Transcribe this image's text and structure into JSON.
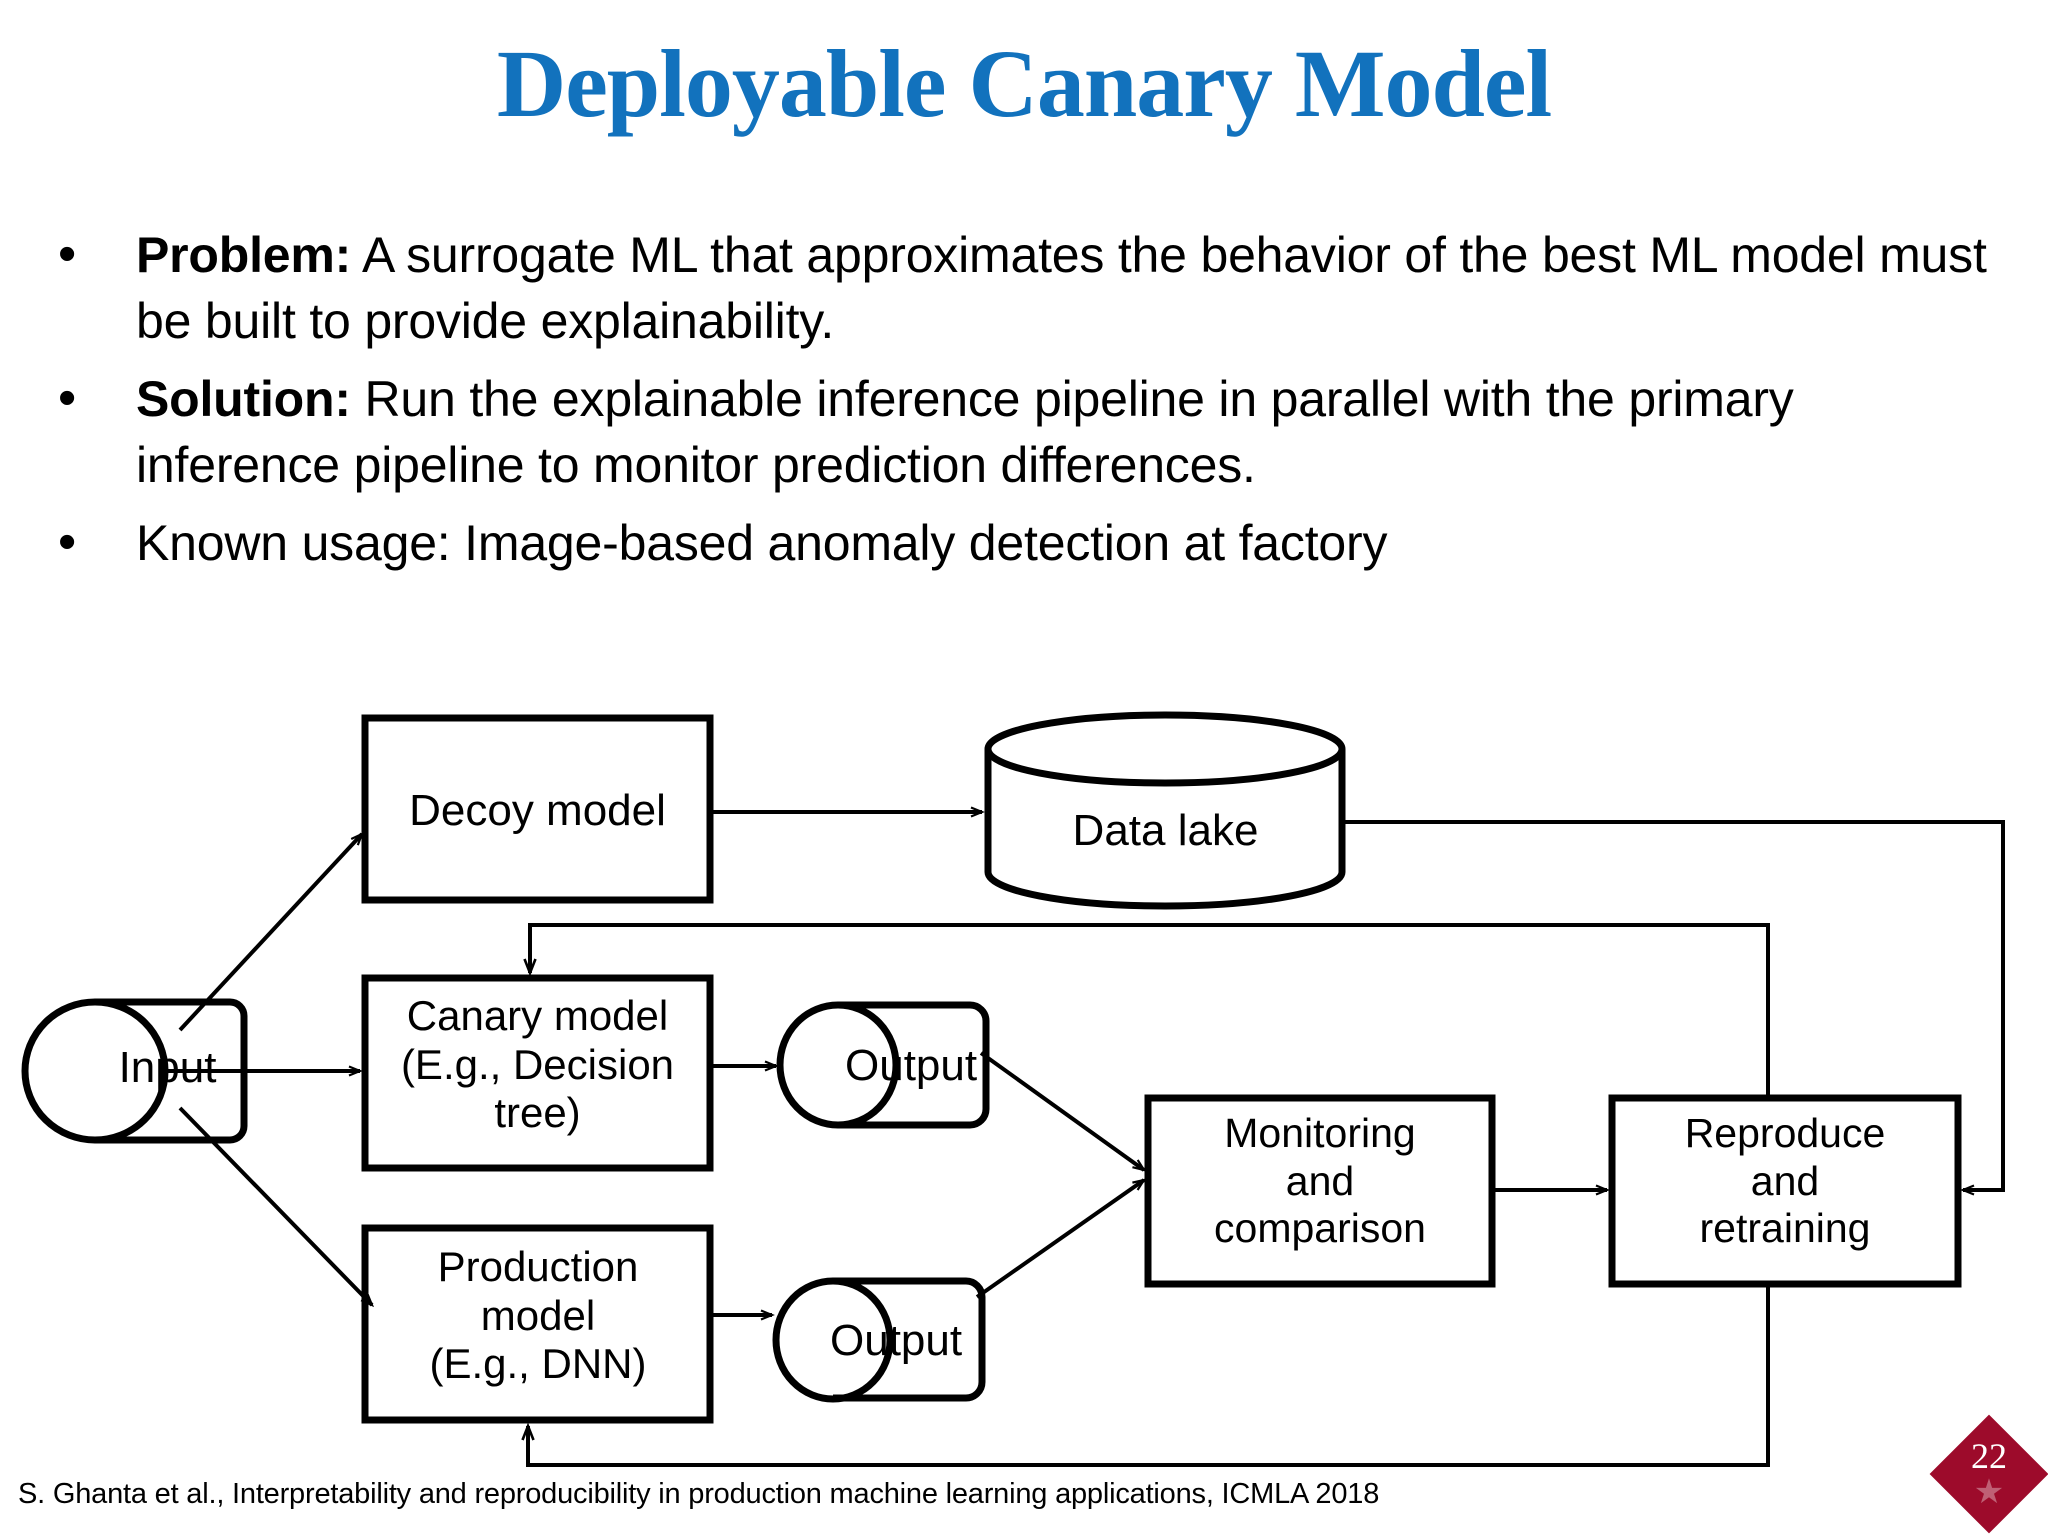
{
  "slide": {
    "title": "Deployable Canary Model",
    "title_color": "#1272bd",
    "bullets": [
      {
        "marker": "•",
        "lead": "Problem:",
        "body": " A surrogate ML that approximates the behavior of the best ML model must be built to provide explainability."
      },
      {
        "marker": "•",
        "lead": "Solution:",
        "body": " Run the explainable inference pipeline in parallel with the primary inference pipeline to monitor prediction differences."
      },
      {
        "marker": "•",
        "lead": "",
        "body": "Known usage: Image-based anomaly detection at factory"
      }
    ],
    "footer_citation": "S. Ghanta et al., Interpretability and reproducibility in production machine learning applications, ICMLA 2018",
    "page_number": "22",
    "badge_color": "#9d0b2b"
  },
  "diagram": {
    "nodes": {
      "input": {
        "label": "Input",
        "shape": "cylinder-horizontal"
      },
      "decoy_model": {
        "label": "Decoy model",
        "shape": "rect"
      },
      "data_lake": {
        "label": "Data lake",
        "shape": "cylinder-vertical"
      },
      "canary_model": {
        "label": "Canary model\n(E.g., Decision\ntree)",
        "line1": "Canary model",
        "line2": "(E.g., Decision",
        "line3": "tree)",
        "shape": "rect"
      },
      "canary_output": {
        "label": "Output",
        "shape": "cylinder-horizontal"
      },
      "production_model": {
        "line1": "Production",
        "line2": "model",
        "line3": "(E.g., DNN)",
        "shape": "rect"
      },
      "production_output": {
        "label": "Output",
        "shape": "cylinder-horizontal"
      },
      "monitoring": {
        "line1": "Monitoring",
        "line2": "and",
        "line3": "comparison",
        "shape": "rect"
      },
      "reproduce": {
        "line1": "Reproduce",
        "line2": "and",
        "line3": "retraining",
        "shape": "rect"
      }
    },
    "edges": [
      {
        "from": "input",
        "to": "decoy_model",
        "style": "diagonal-arrow"
      },
      {
        "from": "input",
        "to": "canary_model",
        "style": "straight-arrow"
      },
      {
        "from": "input",
        "to": "production_model",
        "style": "diagonal-arrow"
      },
      {
        "from": "decoy_model",
        "to": "data_lake",
        "style": "straight-arrow"
      },
      {
        "from": "canary_model",
        "to": "canary_output",
        "style": "straight-arrow"
      },
      {
        "from": "production_model",
        "to": "production_output",
        "style": "straight-arrow"
      },
      {
        "from": "canary_output",
        "to": "monitoring",
        "style": "diagonal-arrow"
      },
      {
        "from": "production_output",
        "to": "monitoring",
        "style": "diagonal-arrow"
      },
      {
        "from": "monitoring",
        "to": "reproduce",
        "style": "straight-arrow"
      },
      {
        "from": "data_lake",
        "to": "reproduce",
        "style": "routed-arrow-right"
      },
      {
        "from": "reproduce",
        "to": "canary_model",
        "style": "routed-feedback-top"
      },
      {
        "from": "reproduce",
        "to": "production_model",
        "style": "routed-feedback-bottom"
      }
    ],
    "stroke_color": "#000000"
  }
}
